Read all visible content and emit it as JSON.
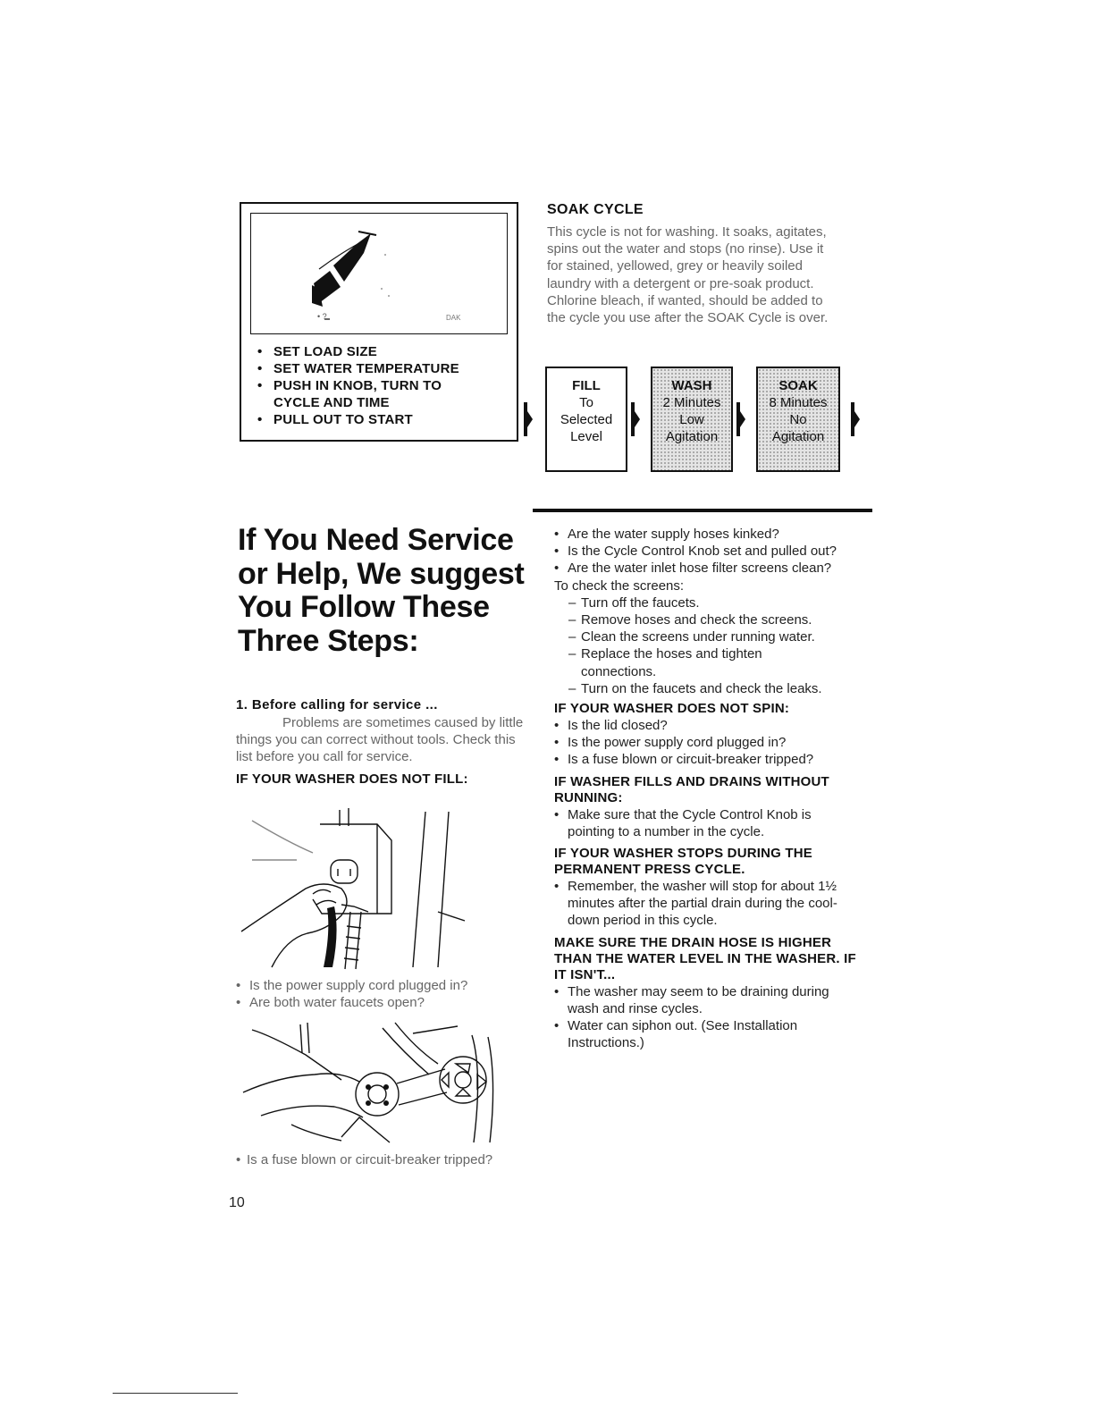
{
  "controls": {
    "dial_label": "DAK",
    "dial_mark": "•  ?",
    "steps": [
      "SET LOAD SIZE",
      "SET WATER TEMPERATURE",
      "PUSH IN KNOB, TURN TO CYCLE AND TIME",
      "PULL OUT TO START"
    ]
  },
  "soak": {
    "heading": "SOAK CYCLE",
    "text": "This cycle is not for washing. It soaks, agitates, spins out the water and stops (no rinse). Use it for stained, yellowed, grey or heavily soiled laundry with a detergent or pre-soak product. Chlorine bleach, if wanted, should be added to the cycle you use after the SOAK Cycle is over.",
    "flow": [
      {
        "title": "FILL",
        "lines": [
          "To",
          "Selected",
          "Level"
        ]
      },
      {
        "title": "WASH",
        "lines": [
          "2 Minutes",
          "Low",
          "Agitation"
        ]
      },
      {
        "title": "SOAK",
        "lines": [
          "8 Minutes",
          "No",
          "Agitation"
        ]
      }
    ]
  },
  "service": {
    "title": "If You Need Service or Help, We suggest You Follow These Three Steps:",
    "step1_heading": "1. Before calling for service ...",
    "step1_text": "Problems are sometimes caused by little things you can correct without tools. Check this list before you call for service.",
    "not_fill_heading": "IF YOUR WASHER DOES NOT FILL:",
    "not_fill_items_a": [
      "Is the power supply cord plugged in?",
      "Are both water faucets open?"
    ],
    "not_fill_items_b": [
      "Is a fuse blown or circuit-breaker tripped?"
    ],
    "page_number": "10"
  },
  "right": {
    "items_top": [
      "Are the water supply hoses kinked?",
      "Is the Cycle Control Knob set and pulled out?",
      "Are the water inlet hose filter screens clean?"
    ],
    "screens_intro": "To check the screens:",
    "screens_steps": [
      "Turn off the faucets.",
      "Remove hoses and check the screens.",
      "Clean the screens under running water.",
      "Replace the hoses and tighten connections.",
      "Turn on the faucets and check the leaks."
    ],
    "not_spin_heading": "IF YOUR WASHER DOES NOT SPIN:",
    "not_spin_items": [
      "Is the lid closed?",
      "Is the power supply cord plugged in?",
      "Is a fuse blown or circuit-breaker tripped?"
    ],
    "fills_drains_heading": "IF WASHER FILLS AND DRAINS WITHOUT RUNNING:",
    "fills_drains_items": [
      "Make sure that the Cycle Control Knob is pointing to a number in the cycle."
    ],
    "stops_heading": "IF YOUR WASHER STOPS DURING THE PERMANENT PRESS CYCLE.",
    "stops_items": [
      "Remember, the washer will stop for about 1½ minutes after the partial drain during the cool-down period in this cycle."
    ],
    "drain_heading": "MAKE SURE THE DRAIN HOSE IS HIGHER THAN THE WATER LEVEL IN THE WASHER. IF IT ISN'T...",
    "drain_items": [
      "The washer may seem to be draining during wash and rinse cycles.",
      "Water can siphon out. (See Installation Instructions.)"
    ]
  }
}
